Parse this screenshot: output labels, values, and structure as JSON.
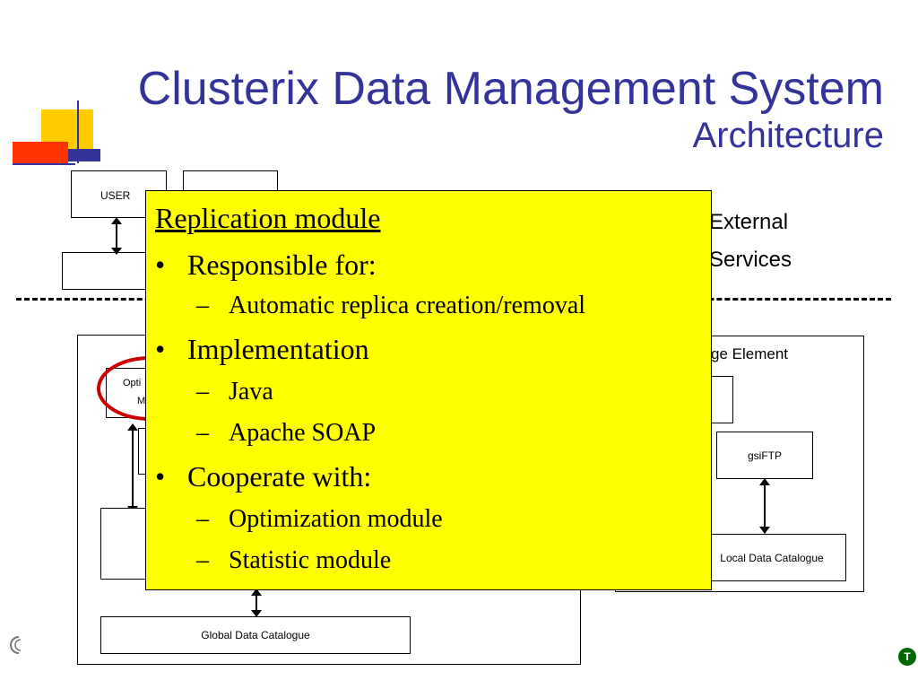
{
  "slide": {
    "title": "Clusterix Data Management System",
    "subtitle": "Architecture"
  },
  "diagram": {
    "user_label": "USER",
    "external_services": [
      "External",
      "Services"
    ],
    "storage_element": "ge Element",
    "gsiftp": "gsiFTP",
    "local_catalogue": "Local Data Catalogue",
    "global_catalogue": "Global Data Catalogue",
    "opti_fragment": "Opti",
    "m_fragment": "M"
  },
  "overlay": {
    "title": "Replication module",
    "items": [
      {
        "text": "Responsible for:",
        "sub": [
          "Automatic replica creation/removal"
        ]
      },
      {
        "text": "Implementation",
        "sub": [
          "Java",
          "Apache SOAP"
        ]
      },
      {
        "text": "Cooperate with:",
        "sub": [
          "Optimization module",
          "Statistic module"
        ]
      }
    ]
  },
  "colors": {
    "title": "#333399",
    "overlay_bg": "#ffff00",
    "highlight_ellipse": "#cc0000"
  },
  "logo_right_letter": "T"
}
